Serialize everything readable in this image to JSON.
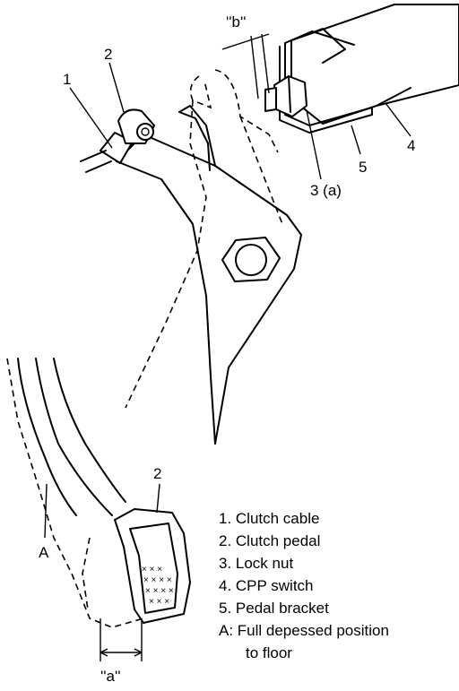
{
  "callouts": {
    "c1": "1",
    "c2": "2",
    "c2b": "2",
    "c3": "3 (a)",
    "c4": "4",
    "c5": "5",
    "cA": "A",
    "dim_a": "''a''",
    "dim_b": "''b''"
  },
  "legend": [
    "1.  Clutch cable",
    "2.  Clutch pedal",
    "3.  Lock nut",
    "4.  CPP switch",
    "5.  Pedal bracket",
    "A:  Full depessed position",
    "to floor"
  ]
}
